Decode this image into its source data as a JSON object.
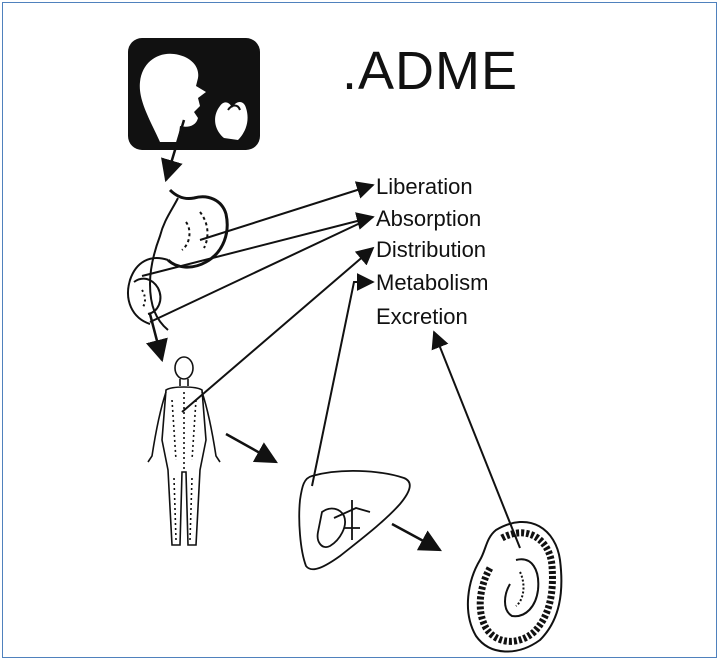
{
  "title": ".ADME",
  "stages": {
    "liberation": "Liberation",
    "absorption": "Absorption",
    "distribution": "Distribution",
    "metabolism": "Metabolism",
    "excretion": "Excretion"
  },
  "colors": {
    "frame_border": "#4f81bd",
    "ink": "#111111",
    "background": "#ffffff"
  },
  "icons": [
    "mouth-ingestion-icon",
    "stomach-intestine-icon",
    "human-body-icon",
    "liver-icon",
    "kidney-icon"
  ]
}
